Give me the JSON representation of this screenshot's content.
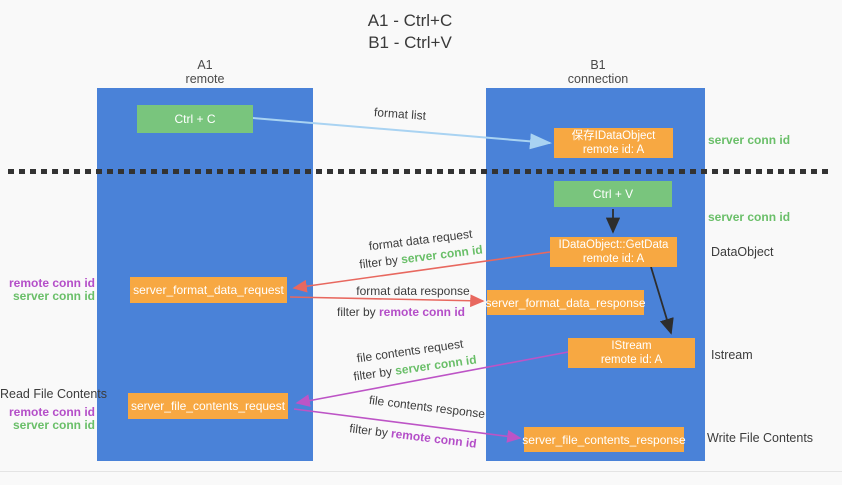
{
  "title": {
    "line1": "A1 - Ctrl+C",
    "line2": "B1 - Ctrl+V"
  },
  "lifelines": {
    "left": {
      "name": "A1",
      "role": "remote"
    },
    "right": {
      "name": "B1",
      "role": "connection"
    }
  },
  "nodes": {
    "ctrl_c": {
      "label": "Ctrl + C"
    },
    "ctrl_v": {
      "label": "Ctrl + V"
    },
    "save_dataobject": {
      "line1": "保存IDataObject",
      "line2": "remote id: A"
    },
    "getdata": {
      "line1": "IDataObject::GetData",
      "line2": "remote id: A"
    },
    "istream": {
      "line1": "IStream",
      "line2": "remote id: A"
    },
    "format_request": {
      "label": "server_format_data_request"
    },
    "format_response": {
      "label": "server_format_data_response"
    },
    "file_request": {
      "label": "server_file_contents_request"
    },
    "file_response": {
      "label": "server_file_contents_response"
    }
  },
  "edges": {
    "format_list": {
      "label": "format list"
    },
    "format_data_request": {
      "label": "format data request",
      "filter_prefix": "filter by ",
      "filter_key": "server conn id"
    },
    "format_data_response": {
      "label": "format data response",
      "filter_prefix": "filter by ",
      "filter_key": "remote conn id"
    },
    "file_contents_request": {
      "label": "file contents request",
      "filter_prefix": "filter by ",
      "filter_key": "server conn id"
    },
    "file_contents_response": {
      "label": "file contents response",
      "filter_prefix": "filter by ",
      "filter_key": "remote conn id"
    }
  },
  "annotations": {
    "server_conn_id_top": "server conn id",
    "server_conn_id_mid": "server conn id",
    "dataobject": "DataObject",
    "istream": "Istream",
    "read_file_contents": "Read File Contents",
    "write_file_contents": "Write File Contents",
    "left_mid": {
      "remote": "remote conn id",
      "server": "server conn id"
    },
    "left_bottom": {
      "remote": "remote conn id",
      "server": "server conn id"
    }
  },
  "colors": {
    "lifeline_blue": "#4a82d8",
    "green_box": "#79c57d",
    "orange_box": "#f7a842",
    "green_text": "#6abf69",
    "purple_text": "#b44ec8",
    "red_arrow": "#e8685f",
    "purple_arrow": "#bd54c6",
    "blue_arrow": "#a9d3f2",
    "dark_text": "#3c3c3c"
  }
}
